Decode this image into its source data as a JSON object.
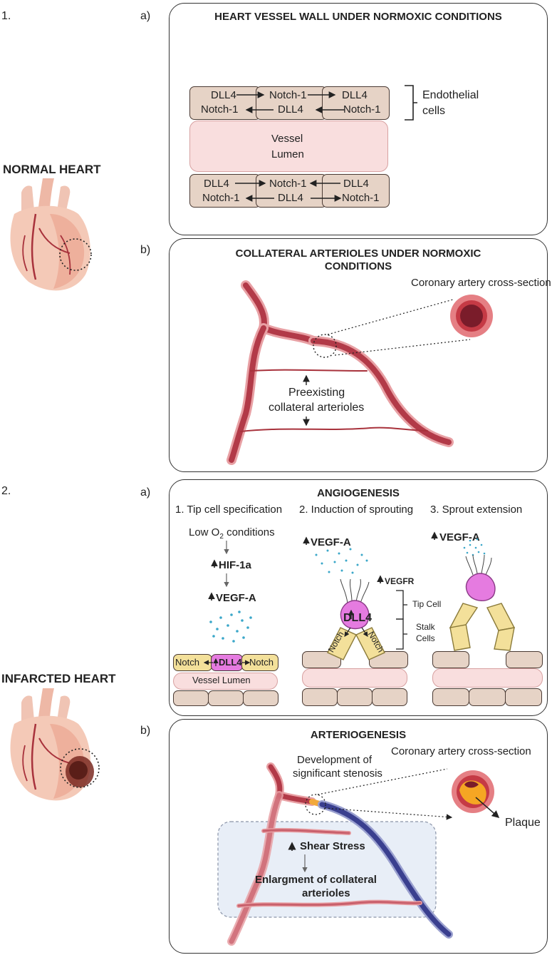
{
  "section1": {
    "number": "1.",
    "heart_label": "NORMAL HEART",
    "panel_a": {
      "letter": "a)",
      "title": "HEART VESSEL WALL UNDER NORMOXIC CONDITIONS",
      "top_row": [
        {
          "line1": "DLL4",
          "line2": "Notch-1"
        },
        {
          "line1": "Notch-1",
          "line2": "DLL4"
        },
        {
          "line1": "DLL4",
          "line2": "Notch-1"
        }
      ],
      "bottom_row": [
        {
          "line1": "DLL4",
          "line2": "Notch-1"
        },
        {
          "line1": "Notch-1",
          "line2": "DLL4"
        },
        {
          "line1": "DLL4",
          "line2": "Notch-1"
        }
      ],
      "lumen_line1": "Vessel",
      "lumen_line2": "Lumen",
      "endothelial_line1": "Endothelial",
      "endothelial_line2": "cells"
    },
    "panel_b": {
      "letter": "b)",
      "title_line1": "COLLATERAL ARTERIOLES UNDER NORMOXIC",
      "title_line2": "CONDITIONS",
      "cross_section": "Coronary artery cross-section",
      "preexisting_line1": "Preexisting",
      "preexisting_line2": "collateral arterioles"
    }
  },
  "section2": {
    "number": "2.",
    "heart_label": "INFARCTED HEART",
    "panel_a": {
      "letter": "a)",
      "title": "ANGIOGENESIS",
      "step1": "1. Tip cell specification",
      "step2": "2. Induction of sprouting",
      "step3": "3. Sprout extension",
      "low_o2_prefix": "Low O",
      "low_o2_sub": "2",
      "low_o2_suffix": " conditions",
      "hif": "HIF-1a",
      "vegfa": "VEGF-A",
      "vegfr": "VEGFR",
      "tip_cell": "Tip Cell",
      "stalk_line1": "Stalk",
      "stalk_line2": "Cells",
      "dll4": "DLL4",
      "notch": "Notch",
      "vessel_lumen": "Vessel Lumen"
    },
    "panel_b": {
      "letter": "b)",
      "title": "ARTERIOGENESIS",
      "stenosis_line1": "Development of",
      "stenosis_line2": "significant stenosis",
      "cross_section": "Coronary artery cross-section",
      "plaque": "Plaque",
      "shear": "Shear Stress",
      "enlarg_line1": "Enlargment of collateral",
      "enlarg_line2": "arterioles"
    }
  },
  "colors": {
    "vessel": "#b23a48",
    "vessel_dark": "#7a1c2a",
    "cell_fill": "#e6d3c6",
    "lumen_fill": "#f9dede",
    "stalk_fill": "#f3e09a",
    "tip_fill": "#e57be0",
    "vegf_dot": "#3ba7c9",
    "blue_vessel": "#3a3f8f"
  }
}
